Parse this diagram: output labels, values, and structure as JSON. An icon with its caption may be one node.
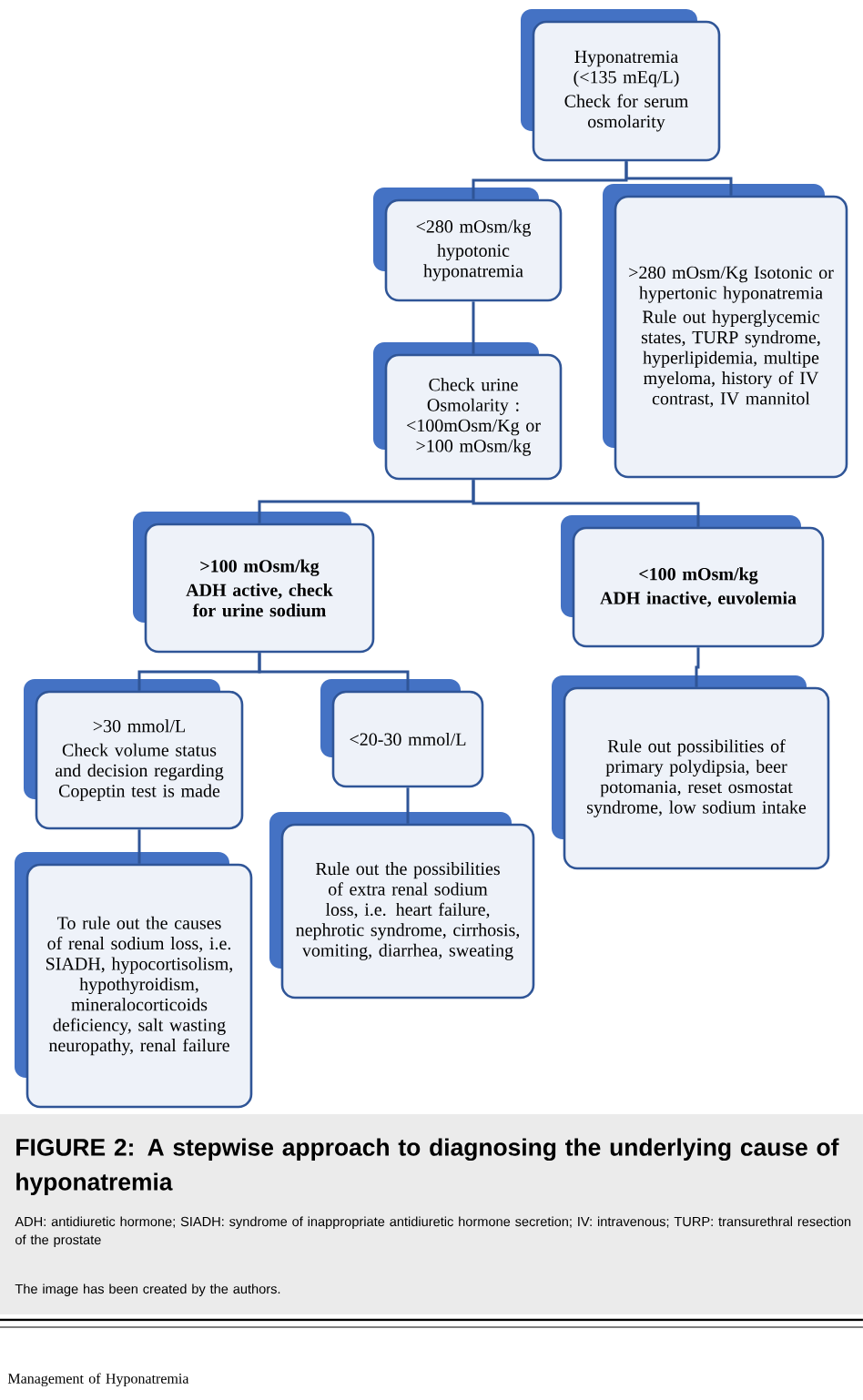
{
  "diagram": {
    "caption": "FIGURE 2: A stepwise approach to diagnosing the underlying cause of hyponatremia",
    "nodes": [
      {
        "text": [
          "Hyponatremia (<135 mEq/L)",
          "Check for serum osmolarity"
        ]
      },
      {
        "text": [
          "<280 mOsm/kg",
          "hypotonic hyponatremia"
        ]
      },
      {
        "text": [
          ">280 mOsm/Kg Isotonic or hypertonic hyponatremia",
          "Rule out hyperglycemic states, TURP syndrome, hyperlipidemia, multipe myeloma, history of IV contrast, IV mannitol"
        ]
      },
      {
        "text": [
          "Check urine Osmolarity : <100mOsm/Kg or >100 mOsm/kg"
        ]
      },
      {
        "text": [
          ">100 mOsm/kg",
          "ADH active, check for urine sodium"
        ]
      },
      {
        "text": [
          "<100 mOsm/kg",
          "ADH inactive, euvolemia"
        ]
      },
      {
        "text": [
          ">30 mmol/L",
          "Check volume status and decision regarding Copeptin test is made"
        ]
      },
      {
        "text": [
          "<20-30 mmol/L"
        ]
      },
      {
        "text": [
          "Rule out possibilities of primary polydipsia, beer potomania, reset osmostat syndrome, low sodium intake"
        ]
      },
      {
        "text": [
          "To rule out the causes of renal sodium loss, i.e. SIADH, hypocortisolism, hypothyroidism, mineralocorticoids deficiency, salt wasting neuropathy, renal failure"
        ]
      },
      {
        "text": [
          "Rule out the possibilities of extra renal sodium loss, i.e. heart failure, nephrotic syndrome, cirrhosis, vomiting, diarrhea, sweating"
        ]
      }
    ],
    "edges": [
      {
        "from": 0,
        "to": 1,
        "arrow": "none"
      },
      {
        "from": 0,
        "to": 2,
        "arrow": "none"
      },
      {
        "from": 1,
        "to": 3,
        "arrow": "none"
      },
      {
        "from": 3,
        "to": 4,
        "arrow": "none"
      },
      {
        "from": 3,
        "to": 5,
        "arrow": "none"
      },
      {
        "from": 4,
        "to": 6,
        "arrow": "none"
      },
      {
        "from": 4,
        "to": 7,
        "arrow": "none"
      },
      {
        "from": 5,
        "to": 8,
        "arrow": "none"
      },
      {
        "from": 6,
        "to": 9,
        "arrow": "none"
      },
      {
        "from": 7,
        "to": 10,
        "arrow": "none"
      }
    ],
    "labels": [
      "ADH: antidiuretic hormone; SIADH: syndrome of inappropriate antidiuretic hormone secretion; IV: intravenous; TURP: transurethral resection of the prostate",
      "The image has been created by the authors.",
      "Management of Hyponatremia"
    ]
  }
}
